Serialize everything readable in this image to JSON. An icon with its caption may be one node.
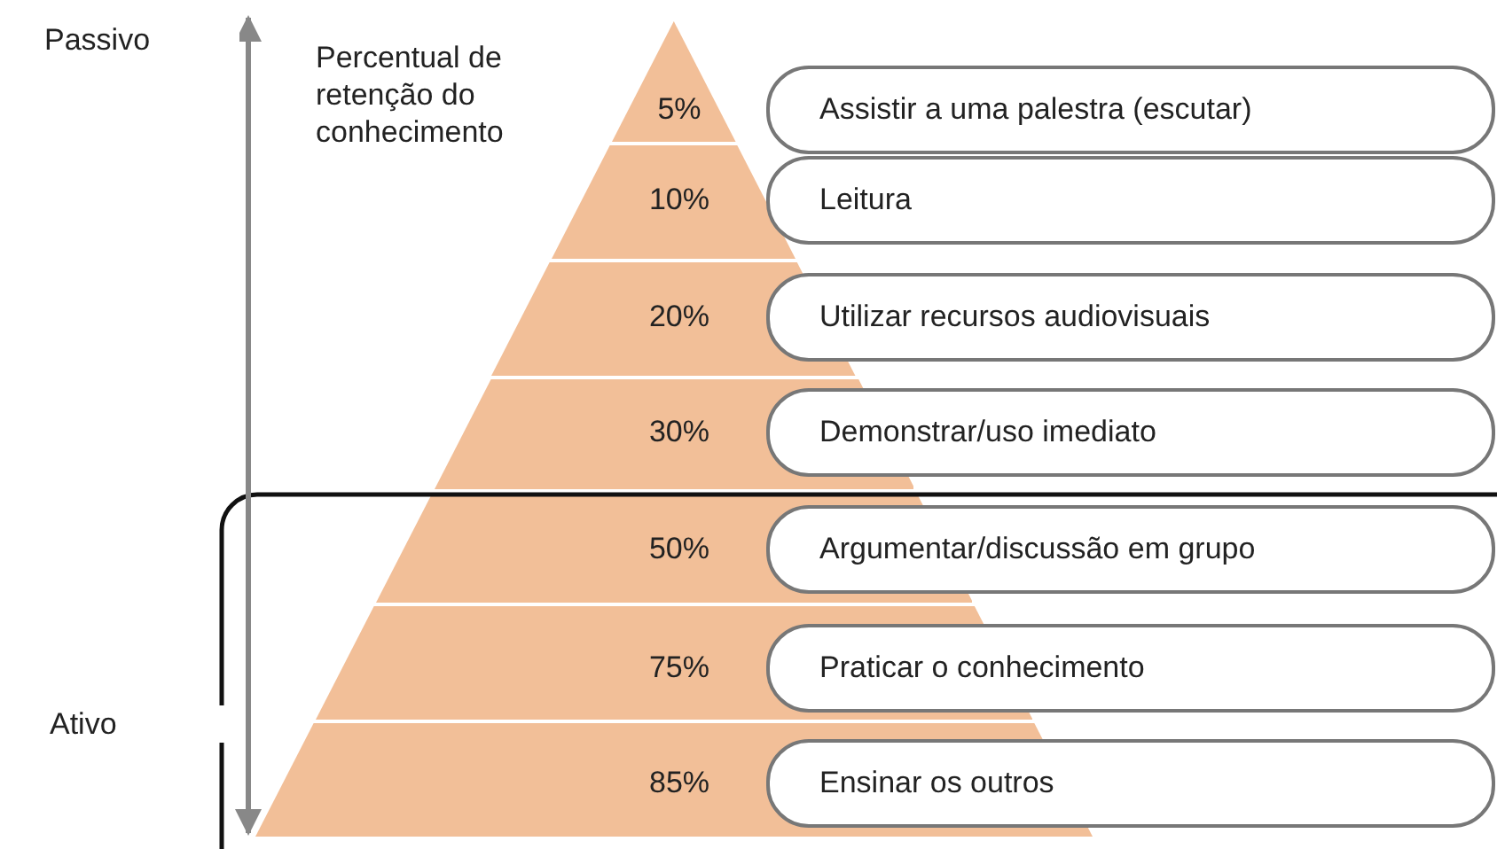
{
  "diagram": {
    "nodes": [
      {
        "text": [
          "5%"
        ]
      },
      {
        "text": [
          "Assistir a uma palestra (escutar)"
        ]
      },
      {
        "text": [
          "10%"
        ]
      },
      {
        "text": [
          "Leitura"
        ]
      },
      {
        "text": [
          "20%"
        ]
      },
      {
        "text": [
          "Utilizar recursos audiovisuais"
        ]
      },
      {
        "text": [
          "30%"
        ]
      },
      {
        "text": [
          "Demonstrar/uso imediato"
        ]
      },
      {
        "text": [
          "50%"
        ]
      },
      {
        "text": [
          "Argumentar/discussão em grupo"
        ]
      },
      {
        "text": [
          "75%"
        ]
      },
      {
        "text": [
          "Praticar o conhecimento"
        ]
      },
      {
        "text": [
          "85%"
        ]
      },
      {
        "text": [
          "Ensinar os outros"
        ]
      }
    ],
    "labels": [
      "Passivo",
      "Percentual de retenção do conhecimento",
      "Ativo"
    ]
  }
}
